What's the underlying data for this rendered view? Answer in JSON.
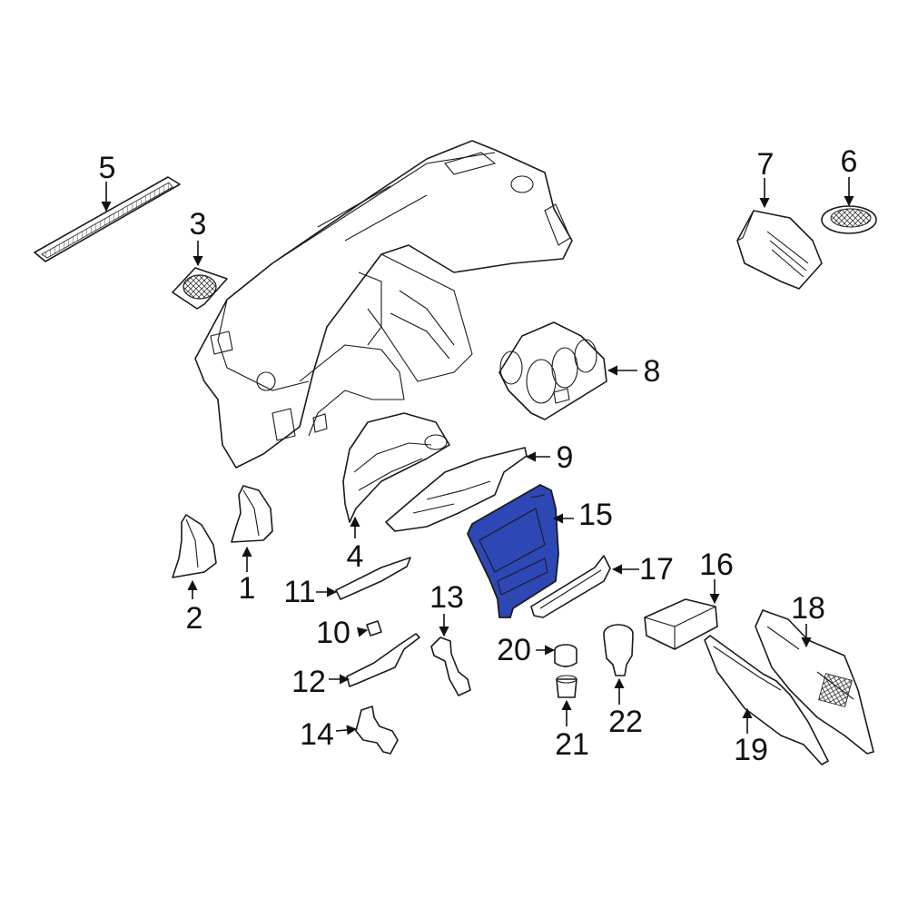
{
  "highlight_color": "#2d47b4",
  "parts": [
    {
      "id": "part-1",
      "number": "1"
    },
    {
      "id": "part-2",
      "number": "2"
    },
    {
      "id": "part-3",
      "number": "3"
    },
    {
      "id": "part-4",
      "number": "4"
    },
    {
      "id": "part-5",
      "number": "5"
    },
    {
      "id": "part-6",
      "number": "6"
    },
    {
      "id": "part-7",
      "number": "7"
    },
    {
      "id": "part-8",
      "number": "8"
    },
    {
      "id": "part-9",
      "number": "9"
    },
    {
      "id": "part-10",
      "number": "10"
    },
    {
      "id": "part-11",
      "number": "11"
    },
    {
      "id": "part-12",
      "number": "12"
    },
    {
      "id": "part-13",
      "number": "13"
    },
    {
      "id": "part-14",
      "number": "14"
    },
    {
      "id": "part-15",
      "number": "15",
      "highlighted": true
    },
    {
      "id": "part-16",
      "number": "16"
    },
    {
      "id": "part-17",
      "number": "17"
    },
    {
      "id": "part-18",
      "number": "18"
    },
    {
      "id": "part-19",
      "number": "19"
    },
    {
      "id": "part-20",
      "number": "20"
    },
    {
      "id": "part-21",
      "number": "21"
    },
    {
      "id": "part-22",
      "number": "22"
    }
  ]
}
